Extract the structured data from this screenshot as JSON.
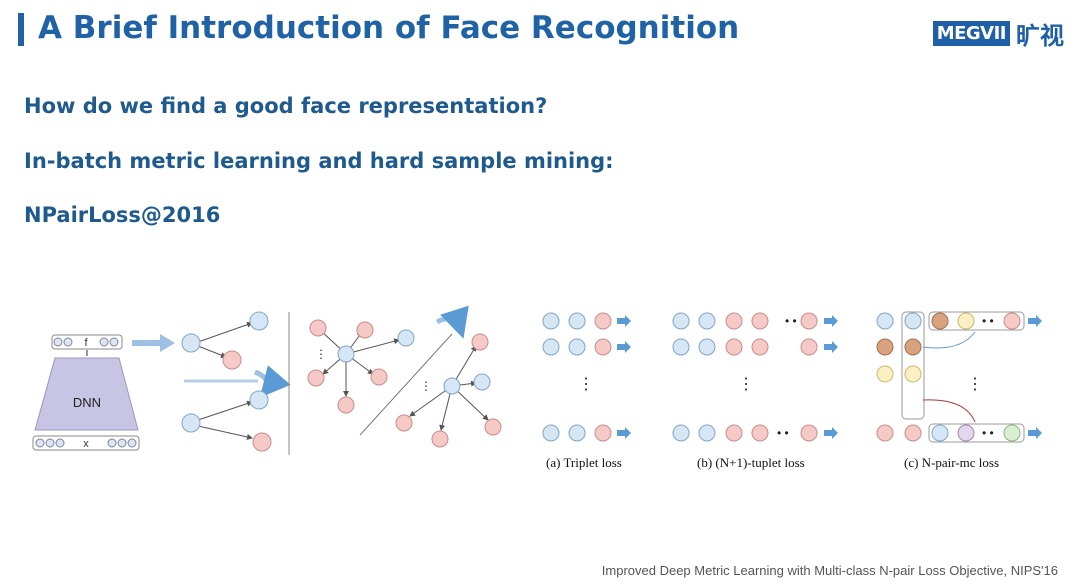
{
  "title": "A Brief Introduction of Face Recognition",
  "logo": {
    "brand": "MEGVII",
    "cn": "旷视"
  },
  "lines": [
    "How do we find a good face representation?",
    "In-batch metric learning and hard sample mining:",
    "NPairLoss@2016"
  ],
  "figure": {
    "dnn_label": "DNN",
    "dnn_top_row": "f",
    "dnn_bottom_row": "x",
    "captions": [
      "(a) Triplet loss",
      "(b) (N+1)-tuplet loss",
      "(c) N-pair-mc loss"
    ]
  },
  "citation": "Improved Deep Metric Learning with Multi-class N-pair Loss Objective, NIPS'16",
  "colors": {
    "accent": "#1f63a6",
    "node_blue": "#d6e6f5",
    "node_red": "#f4c9c6",
    "node_yellow": "#fbf0c4",
    "node_purple": "#e3d7ee",
    "node_green": "#d9eed3",
    "node_brown": "#d9a27e"
  }
}
